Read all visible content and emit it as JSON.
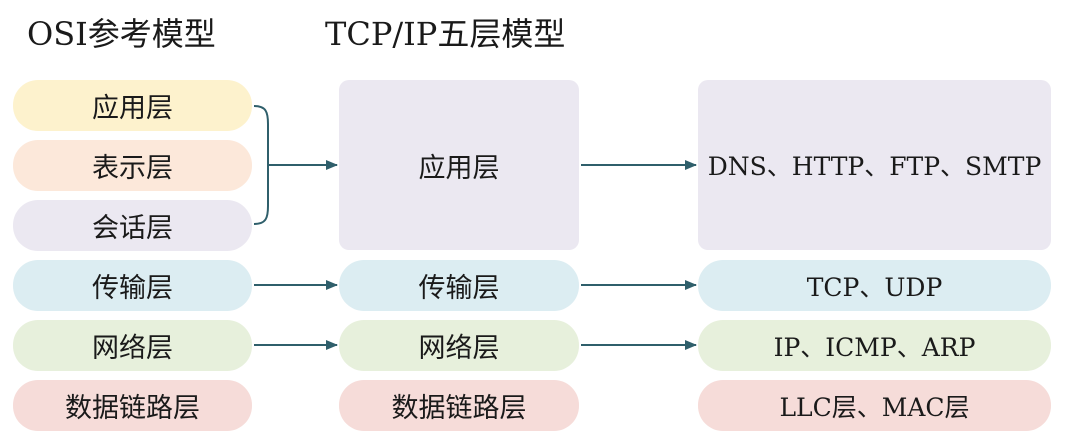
{
  "titles": {
    "osi": "OSI参考模型",
    "tcpip": "TCP/IP五层模型"
  },
  "osi_layers": [
    {
      "label": "应用层",
      "color": "#fdf2cd"
    },
    {
      "label": "表示层",
      "color": "#fce8da"
    },
    {
      "label": "会话层",
      "color": "#ebe8f1"
    },
    {
      "label": "传输层",
      "color": "#dcedf2"
    },
    {
      "label": "网络层",
      "color": "#e7f0dc"
    },
    {
      "label": "数据链路层",
      "color": "#f6dcd9"
    }
  ],
  "tcpip_layers": [
    {
      "label": "应用层",
      "color": "#ebe8f1"
    },
    {
      "label": "传输层",
      "color": "#dcedf2"
    },
    {
      "label": "网络层",
      "color": "#e7f0dc"
    },
    {
      "label": "数据链路层",
      "color": "#f6dcd9"
    }
  ],
  "protocols": [
    {
      "label": "DNS、HTTP、FTP、SMTP",
      "color": "#ebe8f1"
    },
    {
      "label": "TCP、UDP",
      "color": "#dcedf2"
    },
    {
      "label": "IP、ICMP、ARP",
      "color": "#e7f0dc"
    },
    {
      "label": "LLC层、MAC层",
      "color": "#f6dcd9"
    }
  ],
  "arrow_color": "#2f5f6b"
}
